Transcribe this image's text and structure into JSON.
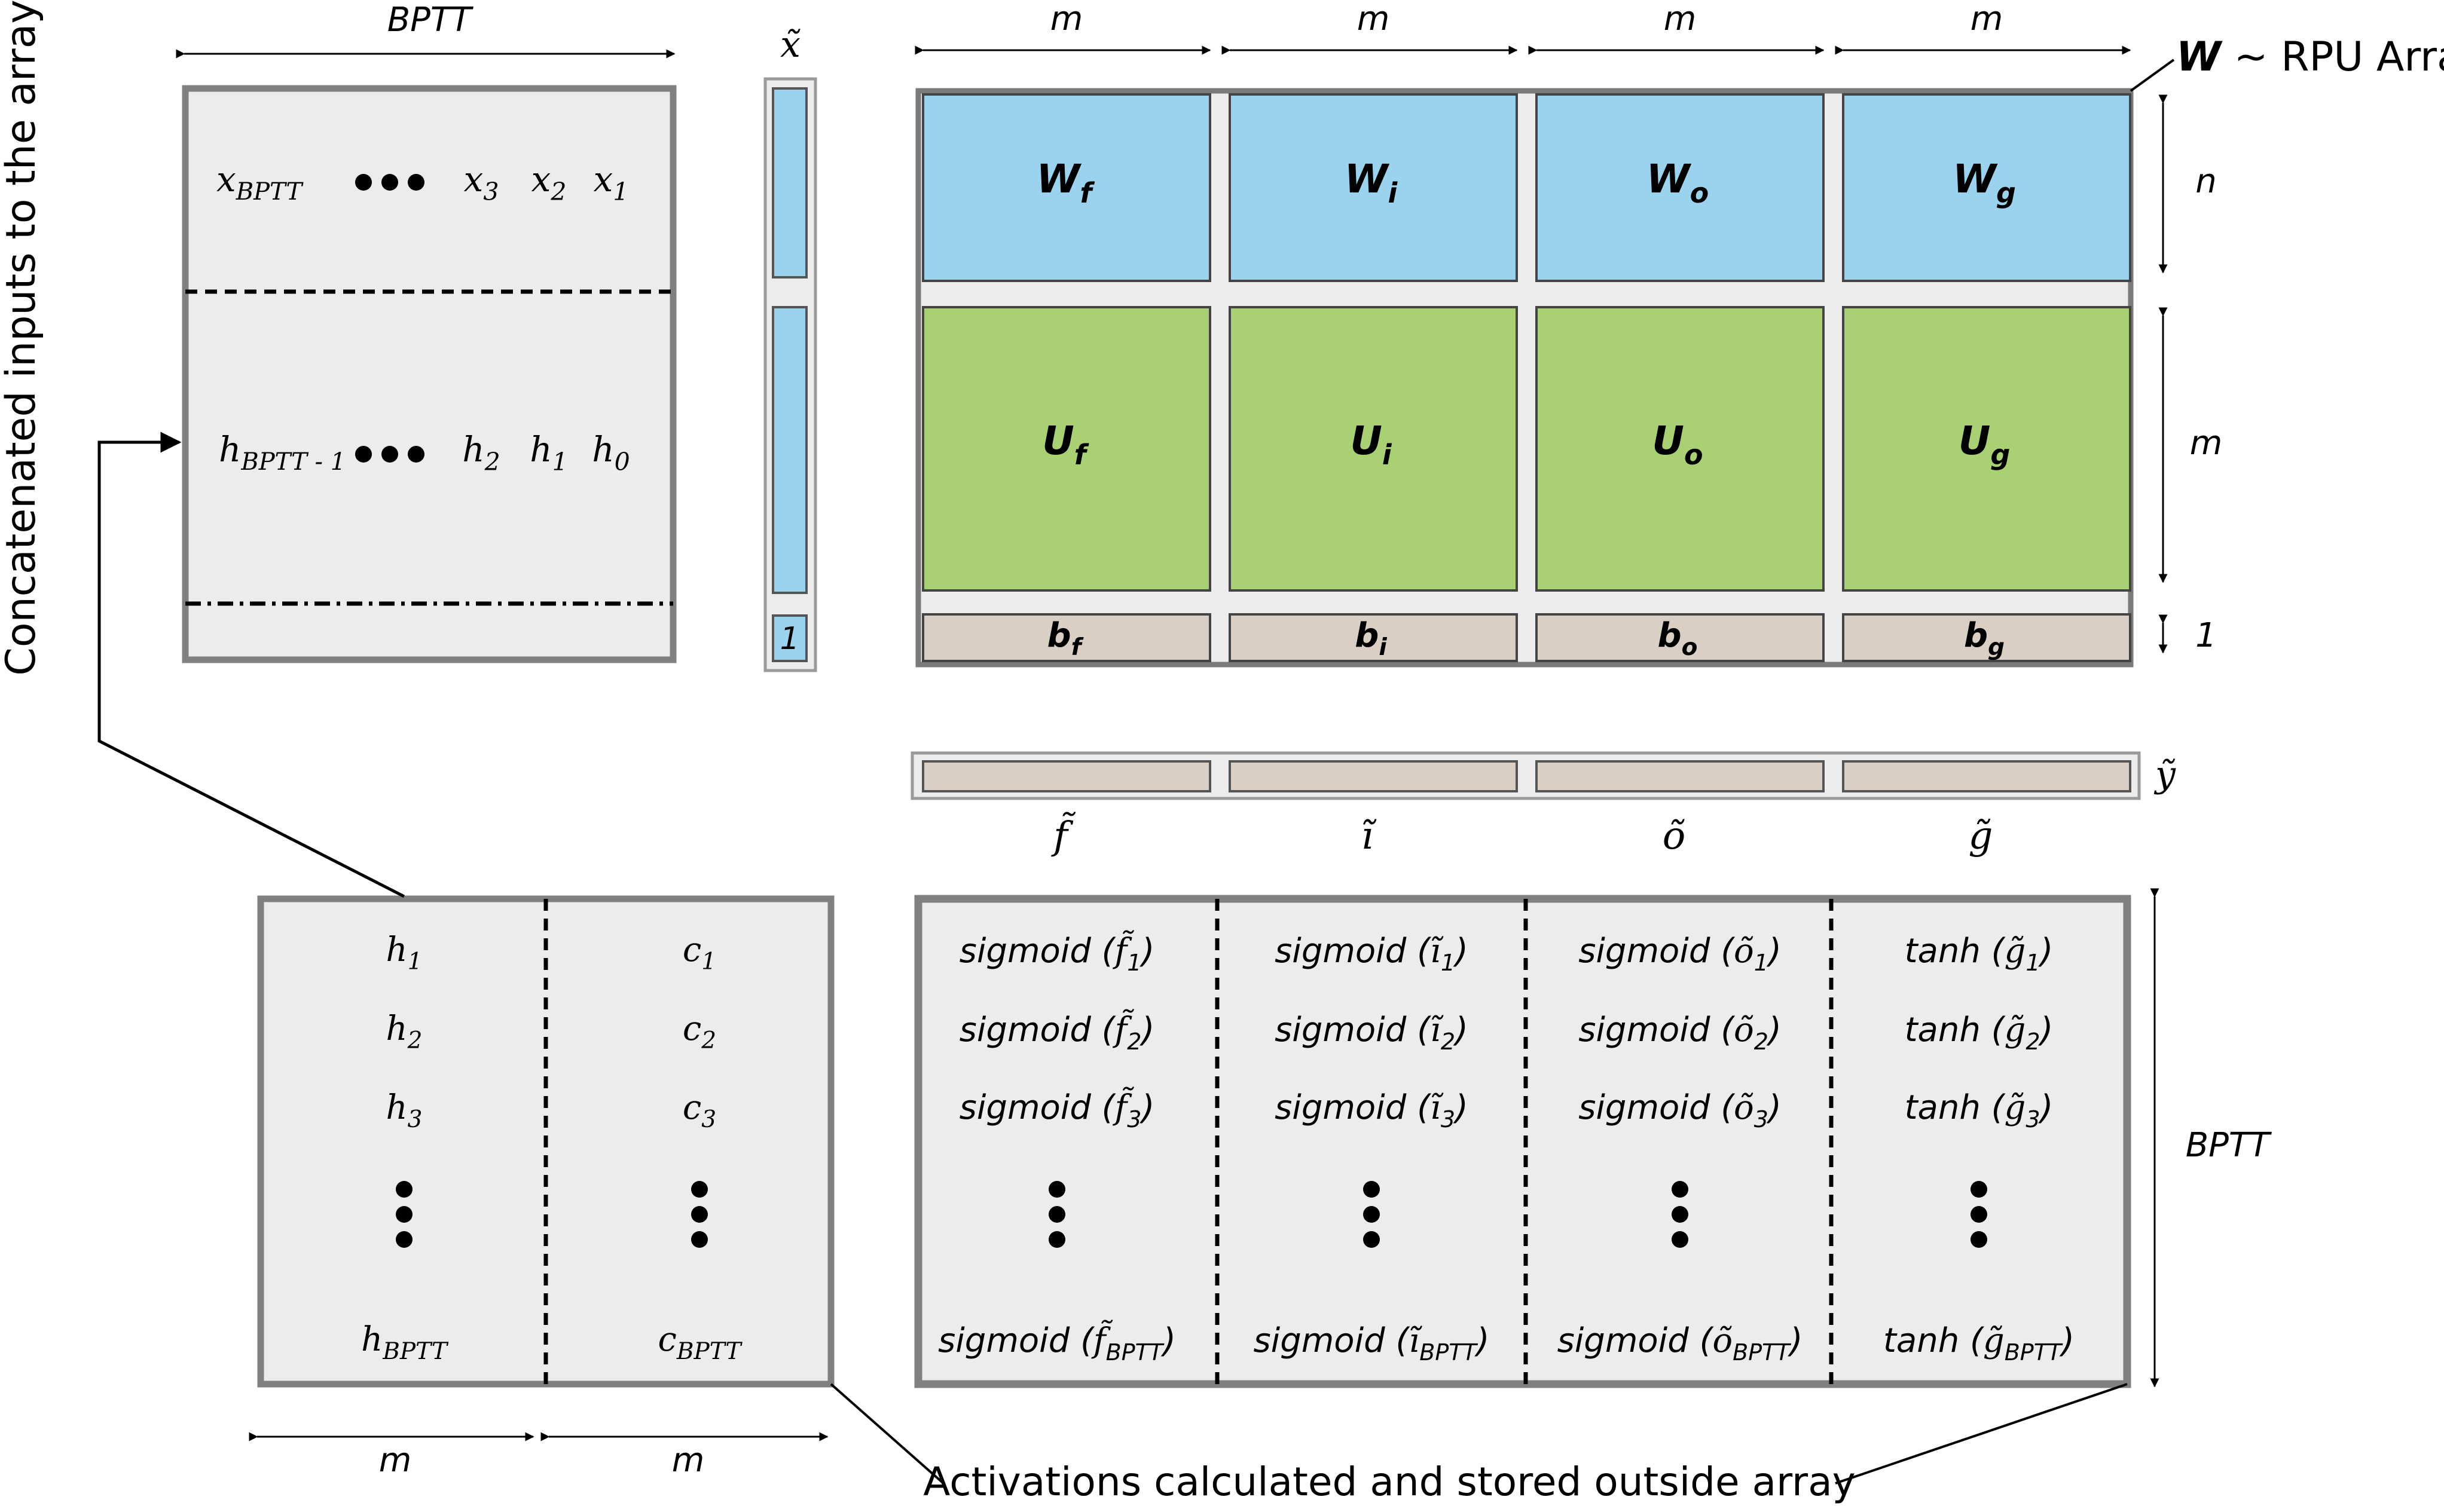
{
  "side_label": "Concatenated inputs to the array",
  "inputs_panel": {
    "top_dim": "BPTT",
    "x_row": {
      "left": {
        "base": "x",
        "sub": "BPTT"
      },
      "right": [
        {
          "base": "x",
          "sub": "3"
        },
        {
          "base": "x",
          "sub": "2"
        },
        {
          "base": "x",
          "sub": "1"
        }
      ]
    },
    "h_row": {
      "left": {
        "base": "h",
        "sub": "BPTT - 1"
      },
      "right": [
        {
          "base": "h",
          "sub": "2"
        },
        {
          "base": "h",
          "sub": "1"
        },
        {
          "base": "h",
          "sub": "0"
        }
      ]
    }
  },
  "x_vector": {
    "label": "x̃",
    "bias_value": "1"
  },
  "array": {
    "label_bold": "W",
    "label_rest": " ~ RPU Array",
    "col_dims": [
      "m",
      "m",
      "m",
      "m"
    ],
    "row_dims": [
      "n",
      "m",
      "1"
    ],
    "w_blocks": [
      {
        "base": "W",
        "sub": "f"
      },
      {
        "base": "W",
        "sub": "i"
      },
      {
        "base": "W",
        "sub": "o"
      },
      {
        "base": "W",
        "sub": "g"
      }
    ],
    "u_blocks": [
      {
        "base": "U",
        "sub": "f"
      },
      {
        "base": "U",
        "sub": "i"
      },
      {
        "base": "U",
        "sub": "o"
      },
      {
        "base": "U",
        "sub": "g"
      }
    ],
    "b_blocks": [
      {
        "base": "b",
        "sub": "f"
      },
      {
        "base": "b",
        "sub": "i"
      },
      {
        "base": "b",
        "sub": "o"
      },
      {
        "base": "b",
        "sub": "g"
      }
    ],
    "colors": {
      "w": "#9bd3ee",
      "u": "#a9d174",
      "b": "#d9cfc4",
      "frame": "#ececec",
      "border": "#7a7a7a"
    }
  },
  "y_vector": {
    "label": "ỹ",
    "segments": [
      "f̃",
      "ĩ",
      "õ",
      "g̃"
    ]
  },
  "hc_panel": {
    "h_col": [
      {
        "base": "h",
        "sub": "1"
      },
      {
        "base": "h",
        "sub": "2"
      },
      {
        "base": "h",
        "sub": "3"
      },
      {
        "base": "h",
        "sub": "BPTT"
      }
    ],
    "c_col": [
      {
        "base": "c",
        "sub": "1"
      },
      {
        "base": "c",
        "sub": "2"
      },
      {
        "base": "c",
        "sub": "3"
      },
      {
        "base": "c",
        "sub": "BPTT"
      }
    ],
    "bottom_dims": [
      "m",
      "m"
    ]
  },
  "act_panel": {
    "right_dim": "BPTT",
    "columns": [
      {
        "func": "sigmoid",
        "var": "f̃",
        "subs": [
          "1",
          "2",
          "3",
          "BPTT"
        ]
      },
      {
        "func": "sigmoid",
        "var": "ĩ",
        "subs": [
          "1",
          "2",
          "3",
          "BPTT"
        ]
      },
      {
        "func": "sigmoid",
        "var": "õ",
        "subs": [
          "1",
          "2",
          "3",
          "BPTT"
        ]
      },
      {
        "func": "tanh",
        "var": "g̃",
        "subs": [
          "1",
          "2",
          "3",
          "BPTT"
        ]
      }
    ]
  },
  "bottom_caption": "Activations calculated and stored outside array"
}
